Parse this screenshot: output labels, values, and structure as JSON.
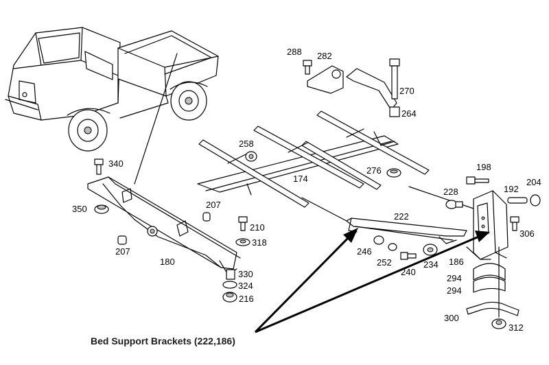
{
  "labels": {
    "l288": "288",
    "l282": "282",
    "l270": "270",
    "l264": "264",
    "l258": "258",
    "l174": "174",
    "l276": "276",
    "l198": "198",
    "l192": "192",
    "l204": "204",
    "l228": "228",
    "l222": "222",
    "l340": "340",
    "l350": "350",
    "l207a": "207",
    "l207b": "207",
    "l210": "210",
    "l318": "318",
    "l180": "180",
    "l330": "330",
    "l324": "324",
    "l216": "216",
    "l246": "246",
    "l252": "252",
    "l240": "240",
    "l234": "234",
    "l186": "186",
    "l306": "306",
    "l294a": "294",
    "l294b": "294",
    "l300": "300",
    "l312": "312"
  },
  "caption": "Bed Support Brackets (222,186)"
}
